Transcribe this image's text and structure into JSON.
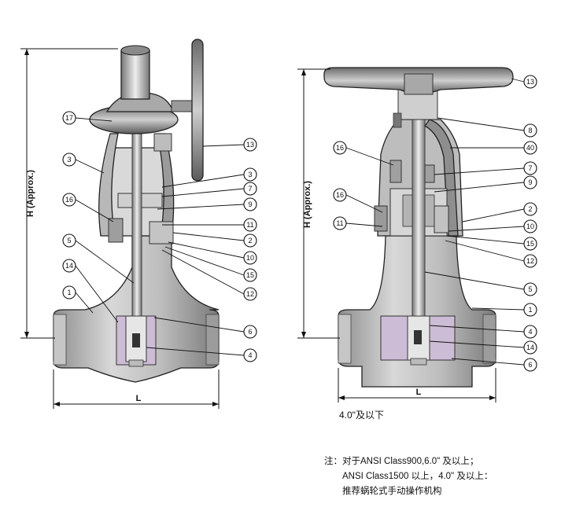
{
  "left_valve": {
    "dimension_height": "H (Approx.)",
    "dimension_length": "L",
    "callouts": [
      "17",
      "3",
      "16",
      "5",
      "14",
      "1",
      "13",
      "3",
      "7",
      "9",
      "11",
      "2",
      "10",
      "15",
      "12",
      "6",
      "4"
    ]
  },
  "right_valve": {
    "dimension_height": "H (Approx.)",
    "dimension_length": "L",
    "caption": "4.0\"及以下",
    "callouts": [
      "13",
      "8",
      "40",
      "16",
      "7",
      "9",
      "16",
      "2",
      "11",
      "10",
      "15",
      "12",
      "5",
      "1",
      "4",
      "14",
      "6"
    ]
  },
  "note": {
    "line1": "注：对于ANSI Class900,6.0\" 及以上；",
    "line2": "ANSI Class1500 以上，4.0\" 及以上：",
    "line3": "推荐蜗轮式手动操作机构"
  },
  "colors": {
    "body_gray": "#9a9a9a",
    "light_gray": "#d4d4d4",
    "dark_gray": "#4a4a4a",
    "disc_purple": "#cdbcd6",
    "outline": "#222222"
  }
}
